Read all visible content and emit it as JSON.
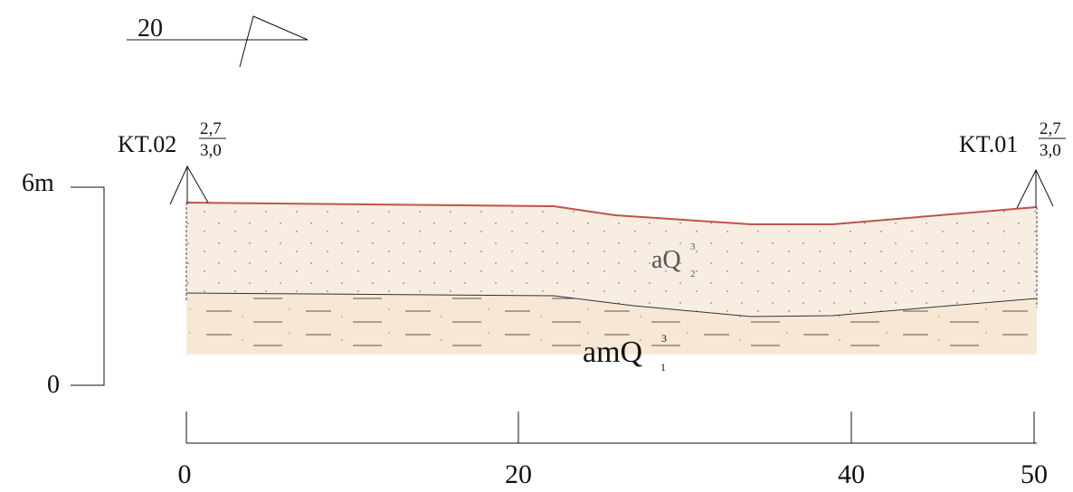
{
  "compass": {
    "scale_label": "20"
  },
  "boreholes": [
    {
      "name": "KT.02",
      "top": "2,7",
      "bottom": "3,0"
    },
    {
      "name": "KT.01",
      "top": "2,7",
      "bottom": "3,0"
    }
  ],
  "vertical_scale": {
    "top_label": "6m",
    "bottom_label": "0"
  },
  "horizontal_scale": {
    "ticks": [
      "0",
      "20",
      "40",
      "50"
    ]
  },
  "layers": [
    {
      "base": "aQ",
      "sup": "3",
      "sub": "2",
      "fill": "#f8ede1"
    },
    {
      "base": "amQ",
      "sup": "3",
      "sub": "1",
      "fill": "#f7e8d6"
    }
  ],
  "colors": {
    "surface_line": "#c0524a",
    "ink": "#111111"
  }
}
